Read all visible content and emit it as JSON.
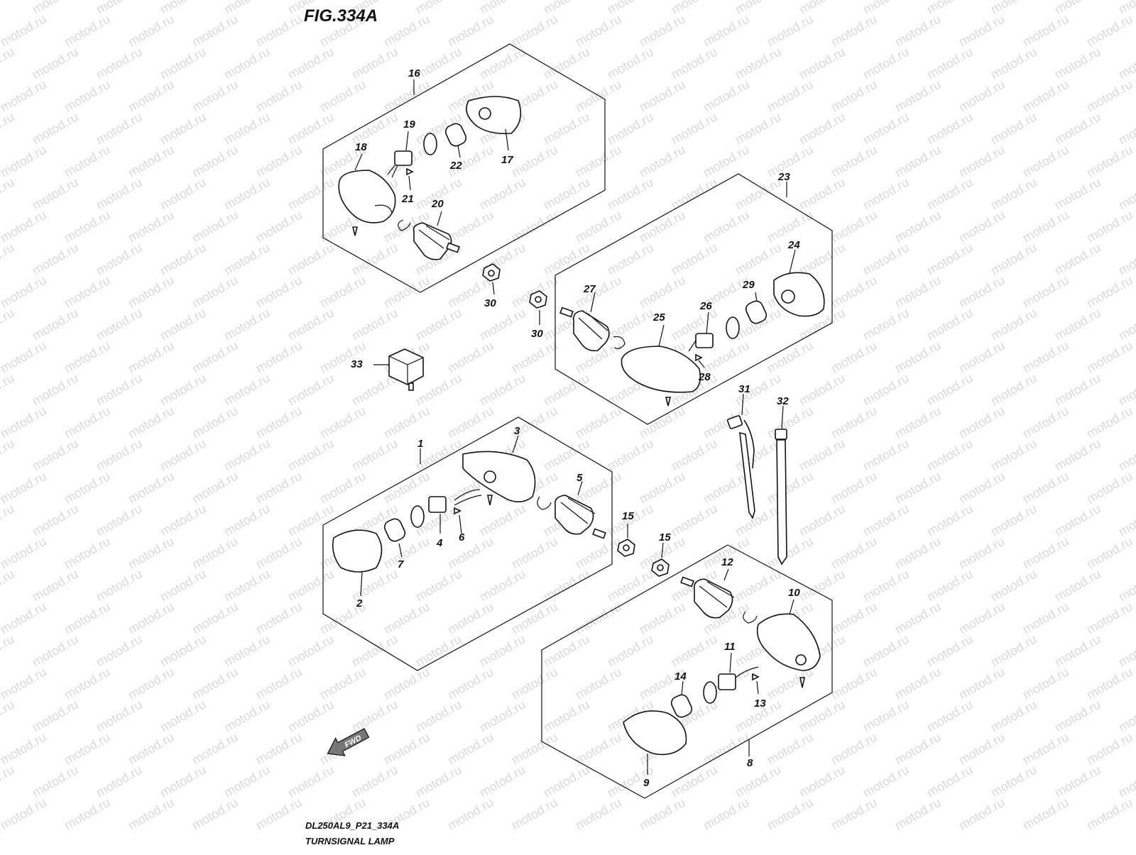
{
  "figure": {
    "title": "FIG.334A",
    "code": "DL250AL9_P21_334A",
    "caption": "TURNSIGNAL LAMP",
    "direction_label": "FWD",
    "watermark": "motod.ru"
  },
  "parts": {
    "p1": "1",
    "p2": "2",
    "p3": "3",
    "p4": "4",
    "p5": "5",
    "p6": "6",
    "p7": "7",
    "p8": "8",
    "p9": "9",
    "p10": "10",
    "p11": "11",
    "p12": "12",
    "p13": "13",
    "p14": "14",
    "p15a": "15",
    "p15b": "15",
    "p16": "16",
    "p17": "17",
    "p18": "18",
    "p19": "19",
    "p20": "20",
    "p21": "21",
    "p22": "22",
    "p23": "23",
    "p24": "24",
    "p25": "25",
    "p26": "26",
    "p27": "27",
    "p28": "28",
    "p29": "29",
    "p30a": "30",
    "p30b": "30",
    "p31": "31",
    "p32": "32",
    "p33": "33"
  }
}
